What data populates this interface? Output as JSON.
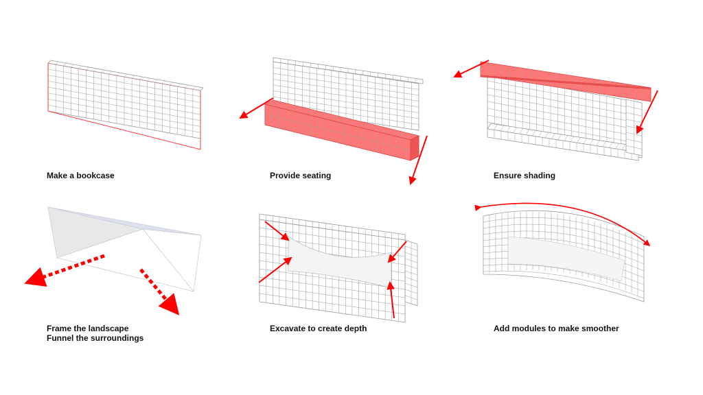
{
  "panels": [
    {
      "label": "Make a bookcase"
    },
    {
      "label": "Provide seating"
    },
    {
      "label": "Ensure shading"
    },
    {
      "label": "Frame the landscape",
      "label2": "Funnel the surroundings"
    },
    {
      "label": "Excavate to create depth"
    },
    {
      "label": "Add modules to make smoother"
    }
  ],
  "colors": {
    "accent": "#ff3b3b",
    "fill": "#f77",
    "grid": "#9a9a9a"
  }
}
